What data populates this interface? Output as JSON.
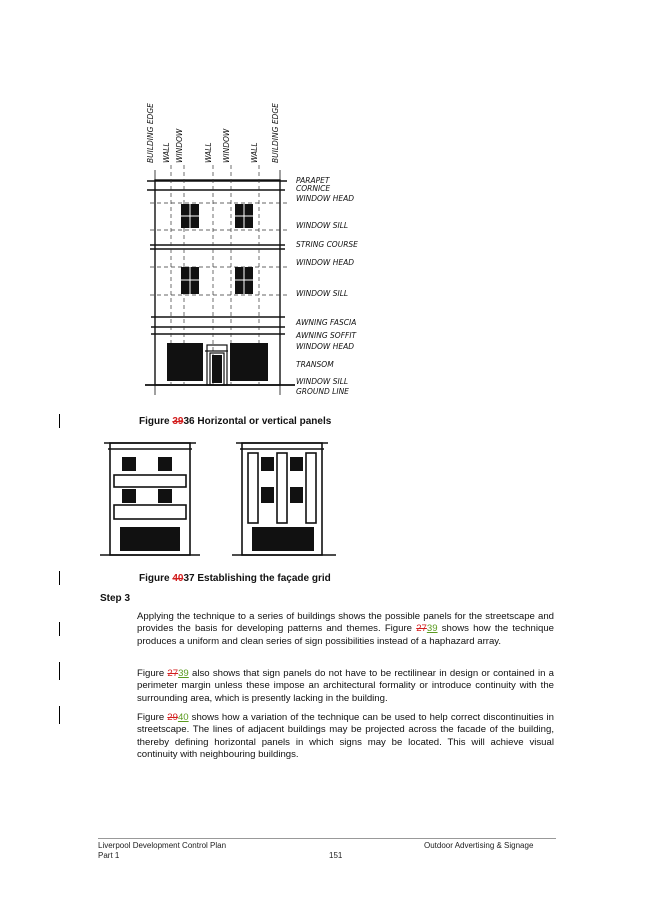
{
  "figure1": {
    "top_labels": [
      "BUILDING EDGE",
      "WALL",
      "WINDOW",
      "WALL",
      "WINDOW",
      "WALL",
      "BUILDING EDGE"
    ],
    "side_labels": [
      "PARAPET",
      "CORNICE",
      "WINDOW HEAD",
      "WINDOW SILL",
      "STRING COURSE",
      "WINDOW HEAD",
      "WINDOW SILL",
      "AWNING FASCIA",
      "AWNING SOFFIT",
      "WINDOW HEAD",
      "TRANSOM",
      "WINDOW SILL",
      "GROUND LINE"
    ],
    "caption": {
      "prefix": "Figure ",
      "deleted": "39",
      "rest": "36 Horizontal or vertical panels"
    }
  },
  "figure2": {
    "caption": {
      "prefix": "Figure ",
      "deleted": "40",
      "rest": "37 Establishing the façade grid"
    }
  },
  "step": "Step 3",
  "p1": {
    "a": "Applying the technique to a series of buildings shows the possible panels for the streetscape and provides the basis for developing patterns and themes.  Figure ",
    "del": "27",
    "ins": "39",
    "b": " shows how the technique produces a uniform and clean series of sign possibilities instead of a haphazard array."
  },
  "p2": {
    "a": "Figure ",
    "del": "27",
    "ins": "39",
    "b": " also shows that sign panels do not have to be rectilinear in design or contained in a perimeter margin unless these impose an architectural formality or introduce continuity with the surrounding area, which is presently lacking in the building."
  },
  "p3": {
    "a": "Figure ",
    "del": "29",
    "ins": "40",
    "b": " shows how a variation of the technique can be used to help correct discontinuities in streetscape. The lines of adjacent buildings may be projected across the facade of the building, thereby defining horizontal panels in which signs may be located. This will achieve visual continuity with neighbouring buildings."
  },
  "footer": {
    "left1": "Liverpool Development Control Plan",
    "left2": "Part 1",
    "page": "151",
    "right": "Outdoor Advertising & Signage"
  }
}
